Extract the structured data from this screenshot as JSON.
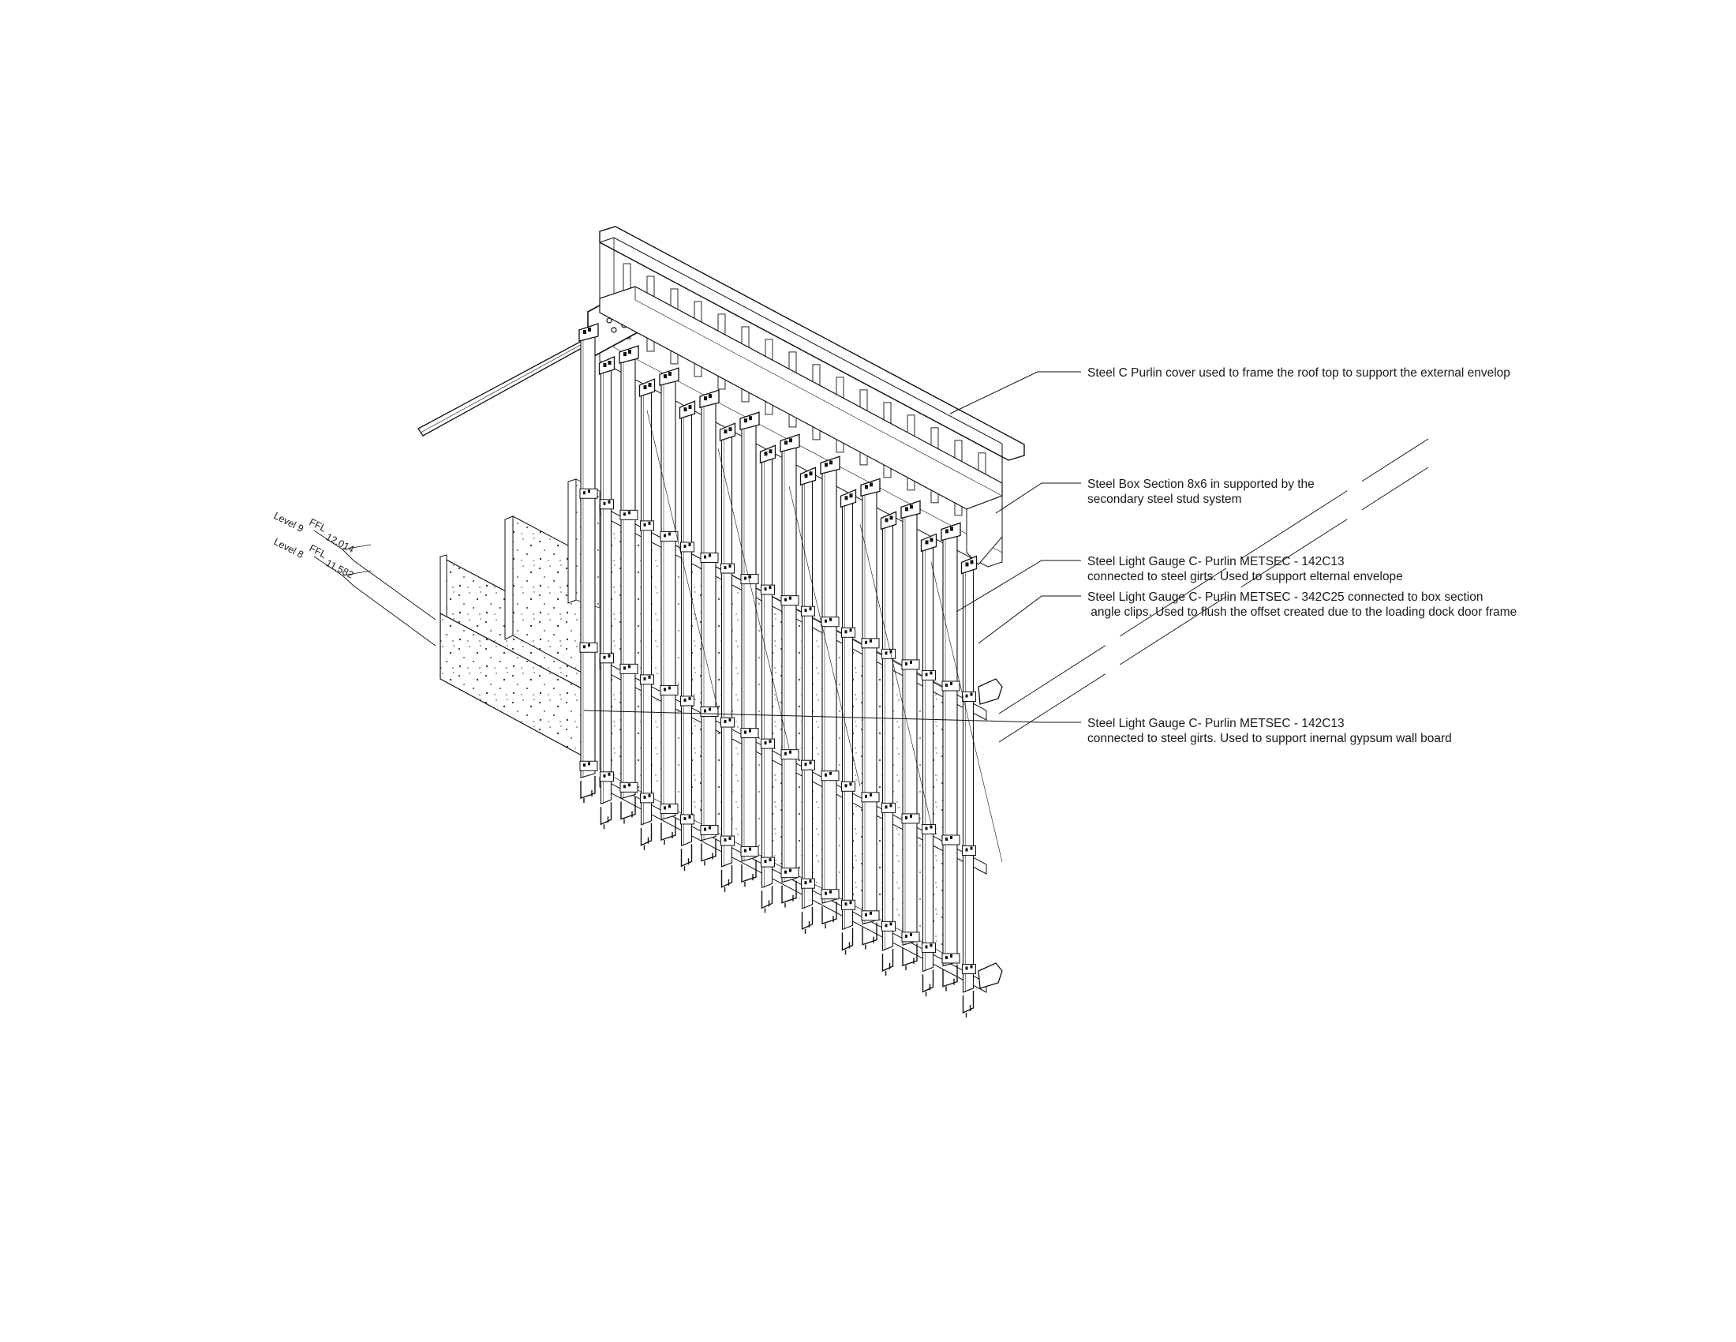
{
  "annotations": [
    {
      "id": "note-c-purlin-cover",
      "lines": [
        "Steel C Purlin cover used to frame the roof top to support the external envelop"
      ]
    },
    {
      "id": "note-box-section",
      "lines": [
        "Steel Box Section 8x6 in supported by the",
        "secondary steel stud system"
      ]
    },
    {
      "id": "note-purlin-142c13-external",
      "lines": [
        "Steel Light Gauge C- Purlin METSEC - 142C13",
        "connected to steel girts. Used to support elternal envelope"
      ]
    },
    {
      "id": "note-purlin-342c25",
      "lines": [
        "Steel Light Gauge C- Purlin METSEC - 342C25 connected to box section",
        " angle clips. Used to flush the offset created due to the loading dock door frame"
      ]
    },
    {
      "id": "note-purlin-142c13-internal",
      "lines": [
        "Steel Light Gauge C- Purlin METSEC - 142C13",
        "connected to steel girts. Used to support inernal gypsum wall board"
      ]
    }
  ],
  "levels": [
    {
      "id": "level-9",
      "name": "Level 9",
      "tag": "FFL",
      "elevation": "12.014"
    },
    {
      "id": "level-8",
      "name": "Level 8",
      "tag": "FFL",
      "elevation": "11.582"
    }
  ]
}
